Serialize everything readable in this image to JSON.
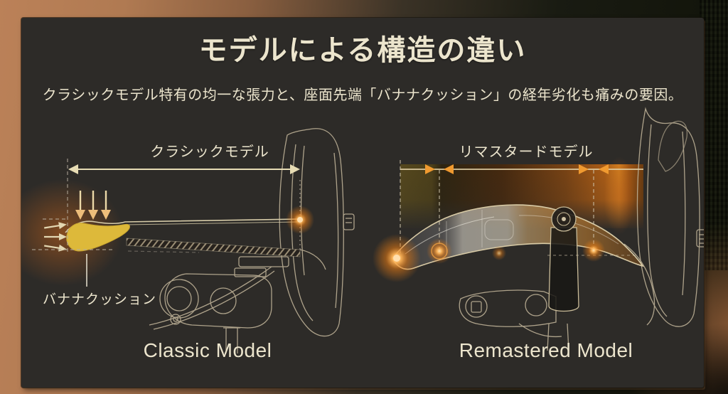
{
  "slide": {
    "title": "モデルによる構造の違い",
    "subtitle": "クラシックモデル特有の均一な張力と、座面先端「バナナクッション」の経年劣化も痛みの要因。",
    "left_diagram": {
      "label": "クラシックモデル",
      "callout": "バナナクッション",
      "caption": "Classic Model"
    },
    "right_diagram": {
      "label": "リマスタードモデル",
      "caption": "Remastered Model"
    },
    "colors": {
      "panel_background": "#2d2b28",
      "title_text": "#ede6cf",
      "caption_text": "#f4eede",
      "measure_arrow_cream": "#e7dcb4",
      "arrowhead_orange": "#f09a30",
      "cushion_yellow": "#ddb93a",
      "glow_orange": "#f18f22",
      "chair_line_art": "#bdb096",
      "band_olive": "#57491d",
      "band_orange": "#d8821f"
    }
  }
}
